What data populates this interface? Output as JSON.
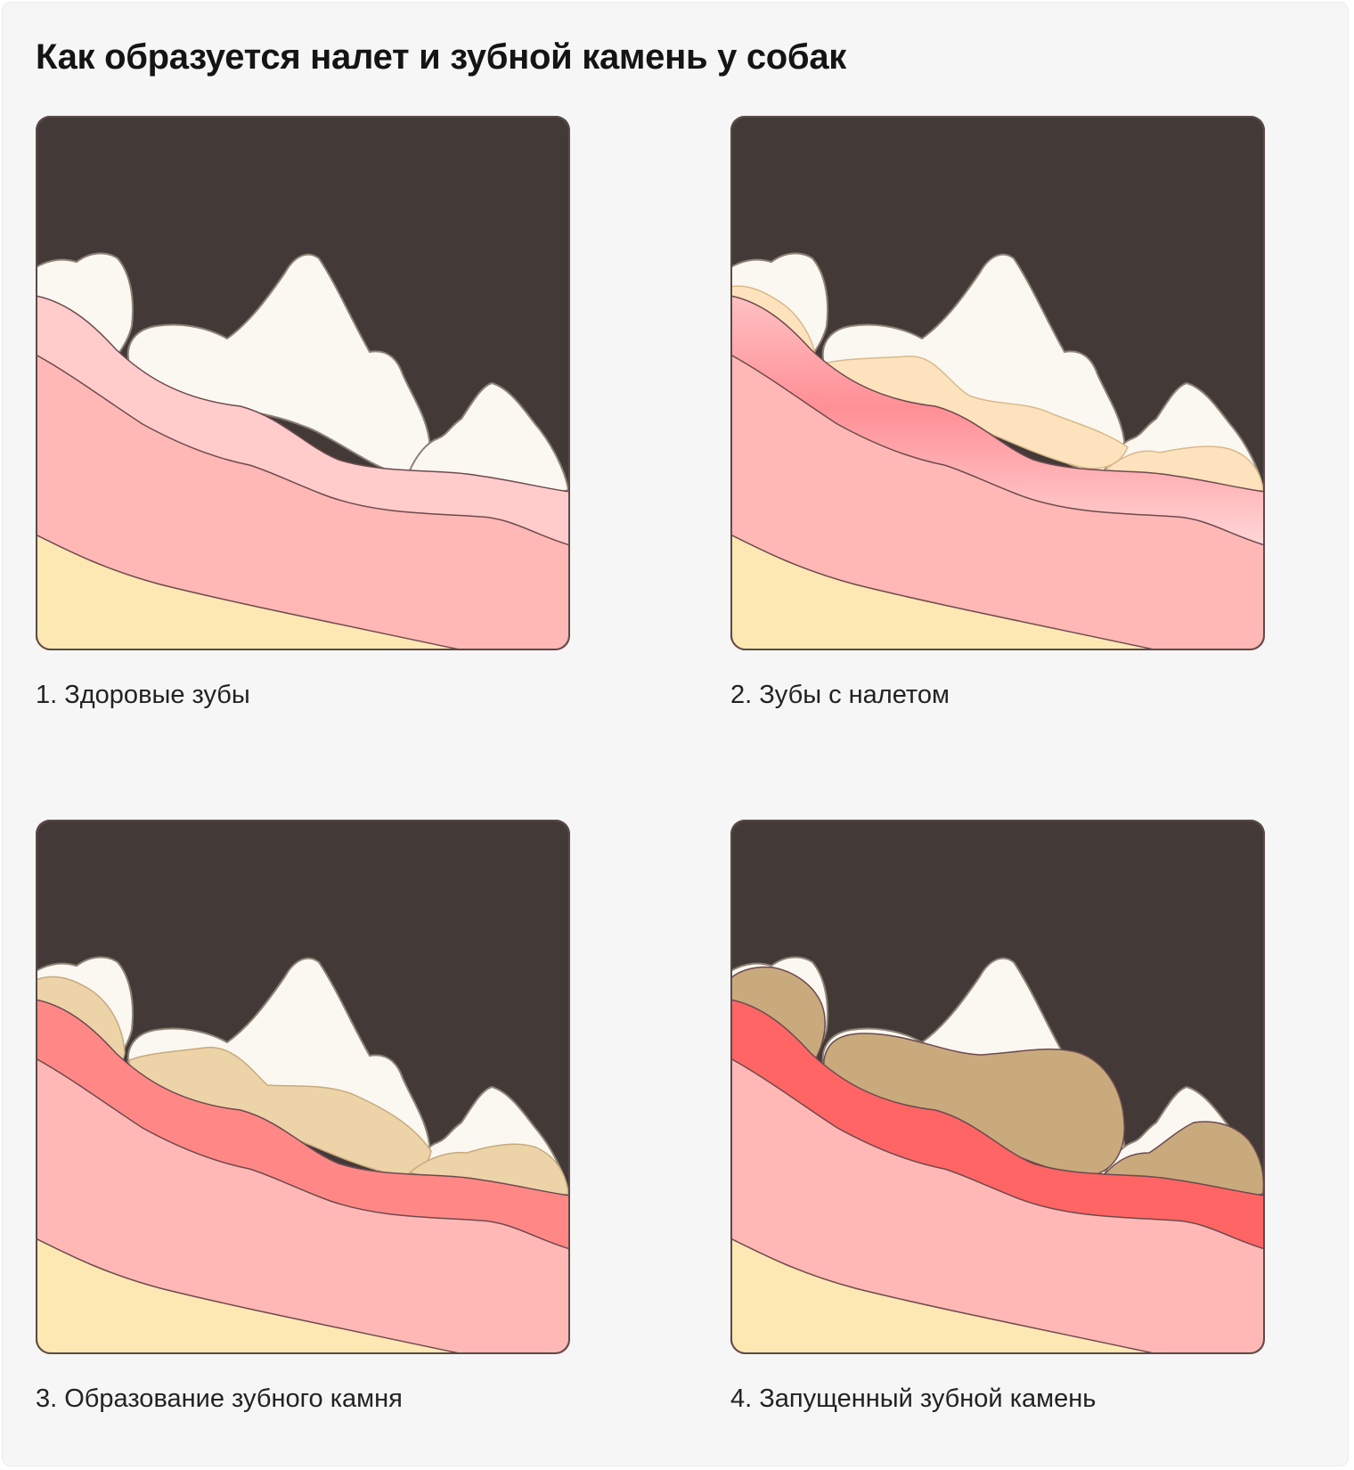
{
  "title": "Как образуется налет и зубной камень у собак",
  "colors": {
    "background": "#f6f6f6",
    "mouth": "#433a38",
    "tooth": "#fbf8f1",
    "tooth_outline": "#8c8275",
    "bone": "#fde7b3",
    "gum": "#ffb8b6",
    "gum_edge_healthy": "#ffcccb",
    "plaque_light": "#fde3bd",
    "plaque_medium": "#ecd3a8",
    "tartar_dark": "#c8aa7c",
    "inflamed_medium": "#ff8887",
    "inflamed_strong": "#ff6564",
    "outline": "#6e4a4e"
  },
  "stages": [
    {
      "caption": "1. Здоровые зубы",
      "gum_edge": "healthy",
      "deposit": "none"
    },
    {
      "caption": "2. Зубы с налетом",
      "gum_edge": "slightly-inflamed",
      "deposit": "plaque"
    },
    {
      "caption": "3. Образование зубного камня",
      "gum_edge": "inflamed",
      "deposit": "tartar-forming"
    },
    {
      "caption": "4. Запущенный зубной камень",
      "gum_edge": "strongly-inflamed",
      "deposit": "advanced-tartar"
    }
  ]
}
